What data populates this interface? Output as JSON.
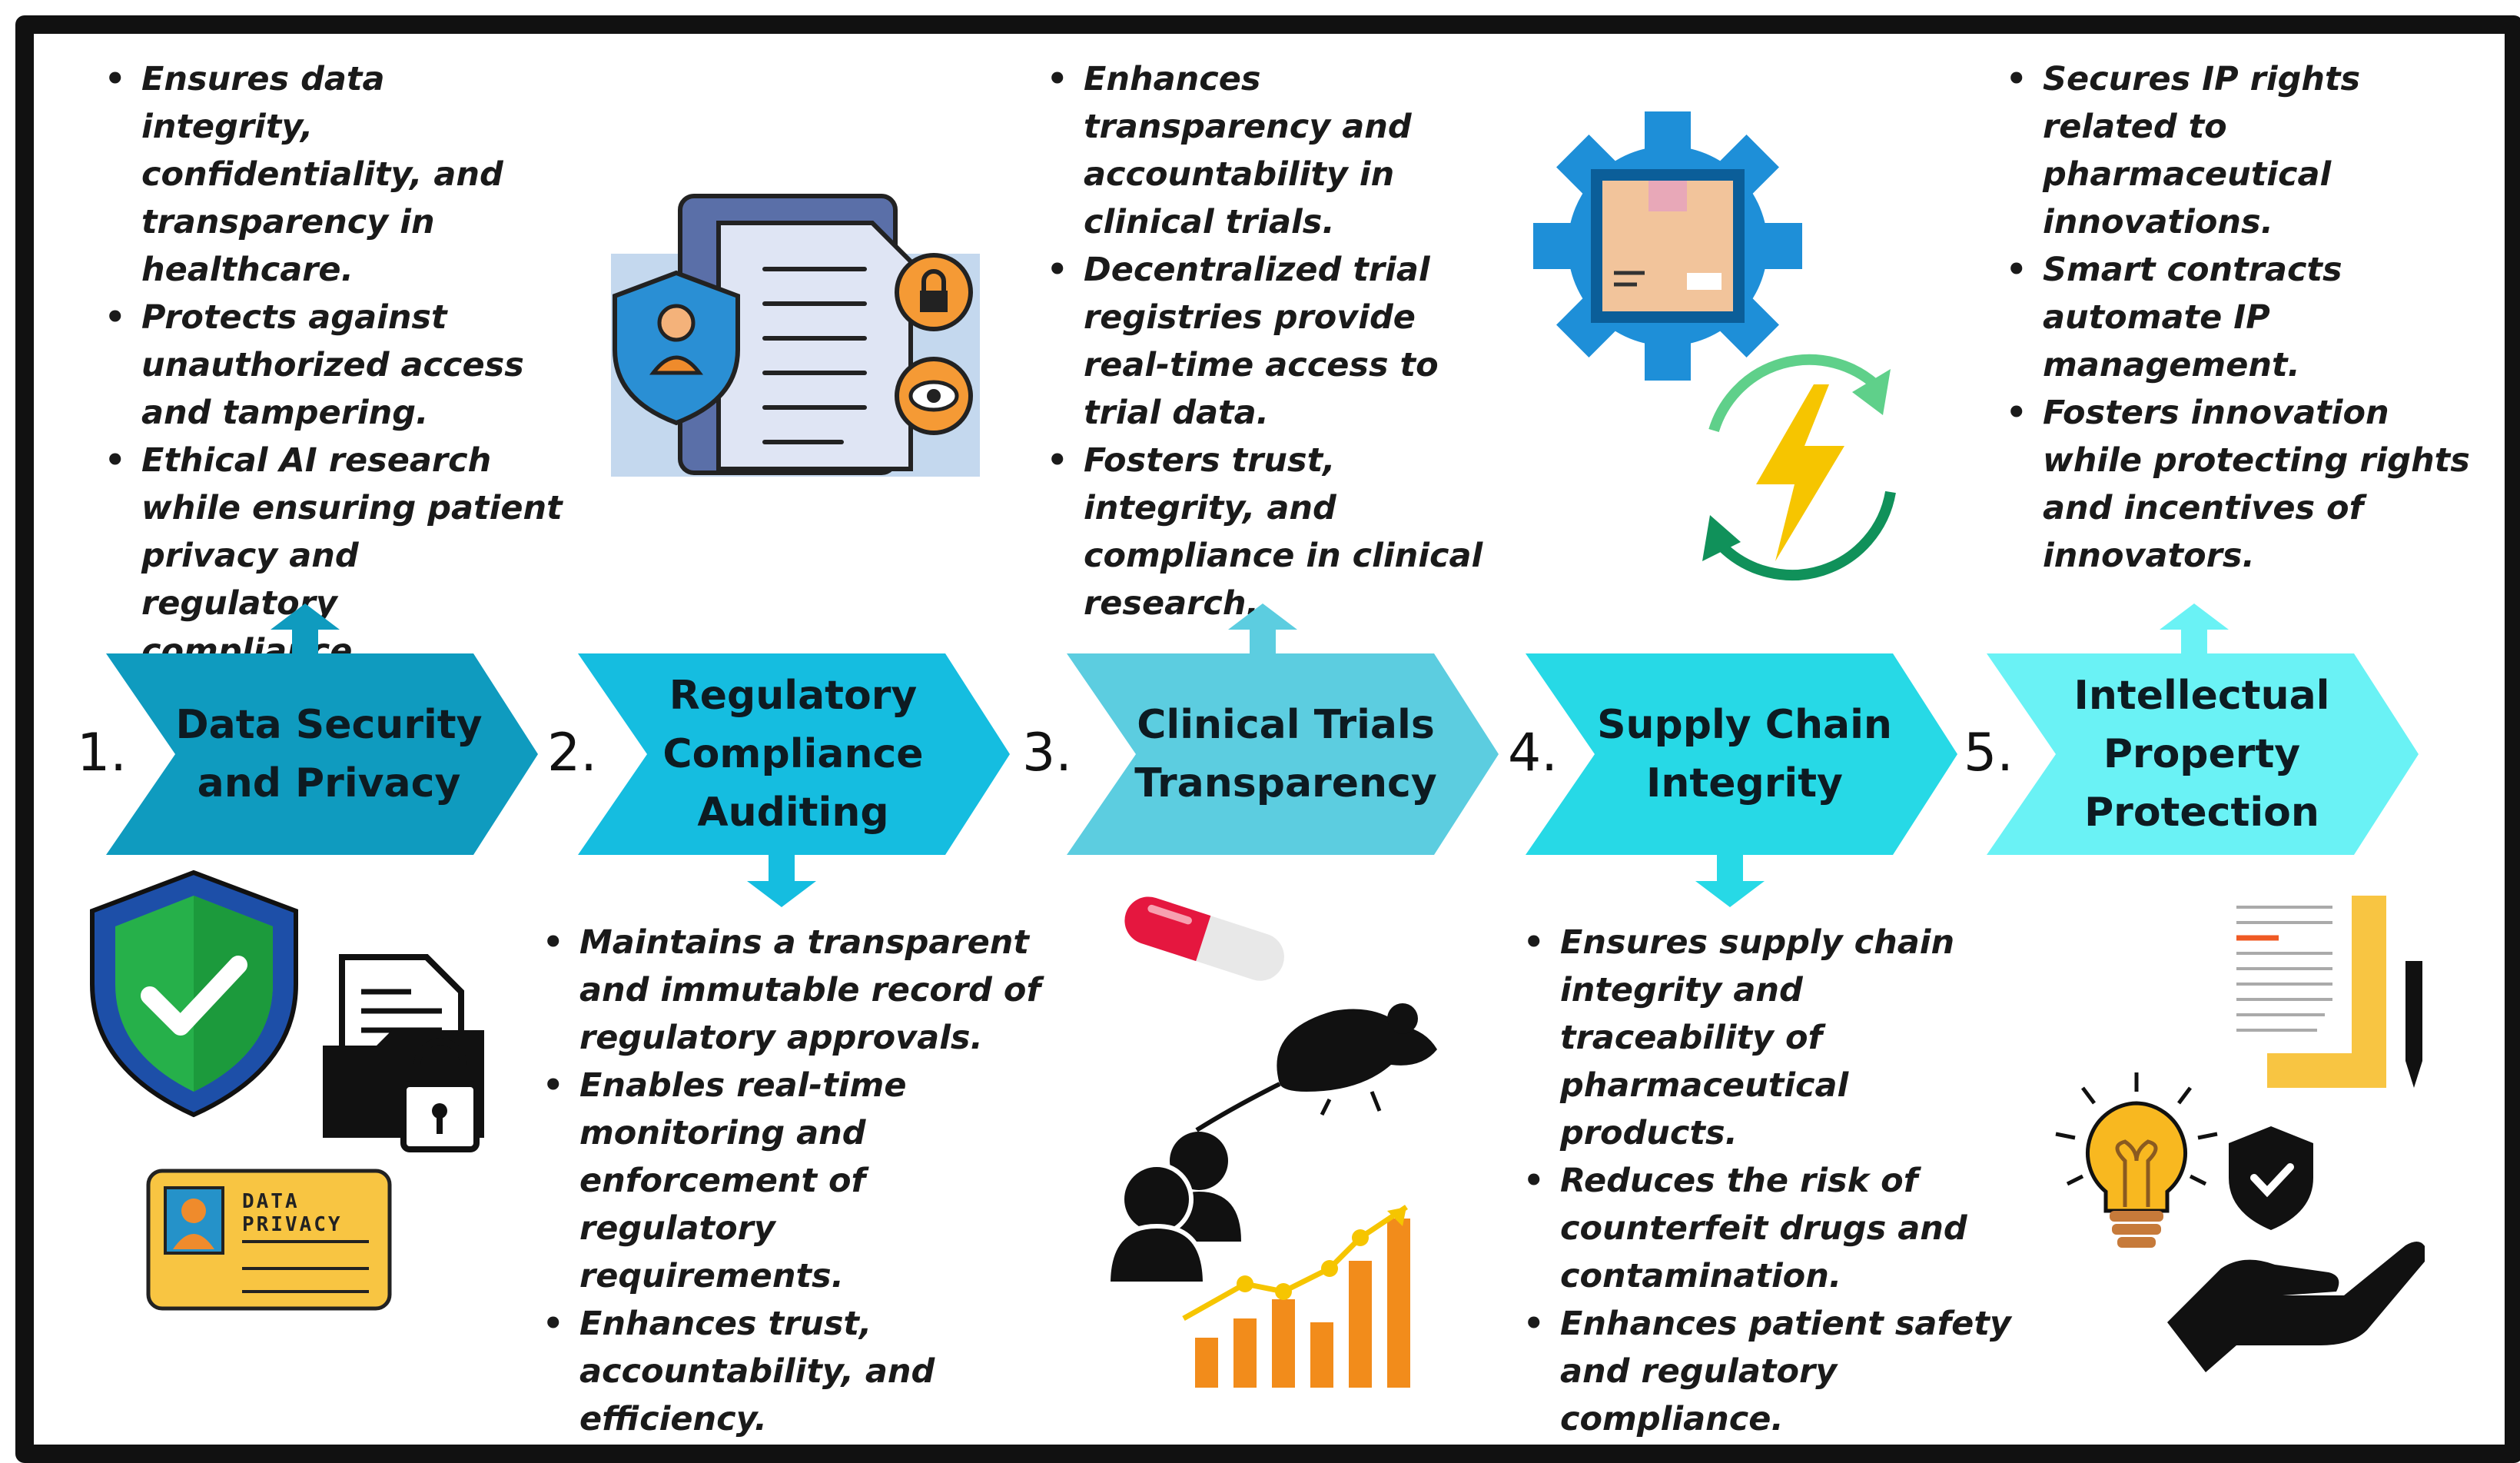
{
  "colors": {
    "step1": "#0f9bbf",
    "step2": "#15bde0",
    "step3": "#5ccde0",
    "step4": "#27d9e6",
    "step5": "#6af2f5",
    "frame": "#111111",
    "text": "#1a1a1a"
  },
  "steps": [
    {
      "number": "1.",
      "title_lines": [
        "Data Security",
        "and Privacy"
      ],
      "bullets": [
        "Ensures data integrity, confidentiality, and transparency in healthcare.",
        "Protects against unauthorized access and tampering.",
        "Ethical AI research while ensuring patient privacy and regulatory compliance."
      ]
    },
    {
      "number": "2.",
      "title_lines": [
        "Regulatory",
        "Compliance",
        "Auditing"
      ],
      "bullets": [
        "Maintains a transparent and immutable record of regulatory approvals.",
        "Enables real-time monitoring and enforcement of regulatory requirements.",
        "Enhances trust, accountability, and efficiency."
      ]
    },
    {
      "number": "3.",
      "title_lines": [
        "Clinical Trials",
        "Transparency"
      ],
      "bullets": [
        "Enhances transparency and accountability in clinical trials.",
        "Decentralized trial registries provide real-time access to trial data.",
        "Fosters trust, integrity, and compliance in clinical research."
      ]
    },
    {
      "number": "4.",
      "title_lines": [
        "Supply Chain",
        "Integrity"
      ],
      "bullets": [
        "Ensures supply chain integrity and traceability of pharmaceutical products.",
        "Reduces the risk of counterfeit drugs and contamination.",
        "Enhances patient safety and regulatory compliance."
      ]
    },
    {
      "number": "5.",
      "title_lines": [
        "Intellectual",
        "Property",
        "Protection"
      ],
      "bullets": [
        "Secures IP rights related to pharmaceutical innovations.",
        "Smart contracts automate IP management.",
        "Fosters innovation while protecting rights and incentives of innovators."
      ]
    }
  ],
  "badge": {
    "line1": "DATA",
    "line2": "PRIVACY"
  },
  "icons": [
    "privacy-document-icon",
    "gear-box-icon",
    "energy-cycle-icon",
    "security-shield-check-icon",
    "secure-folder-icon",
    "data-privacy-badge-icon",
    "pill-capsule-icon",
    "lab-mouse-icon",
    "people-group-icon",
    "growth-chart-icon",
    "patent-document-icon",
    "lightbulb-icon",
    "protective-hand-icon"
  ]
}
